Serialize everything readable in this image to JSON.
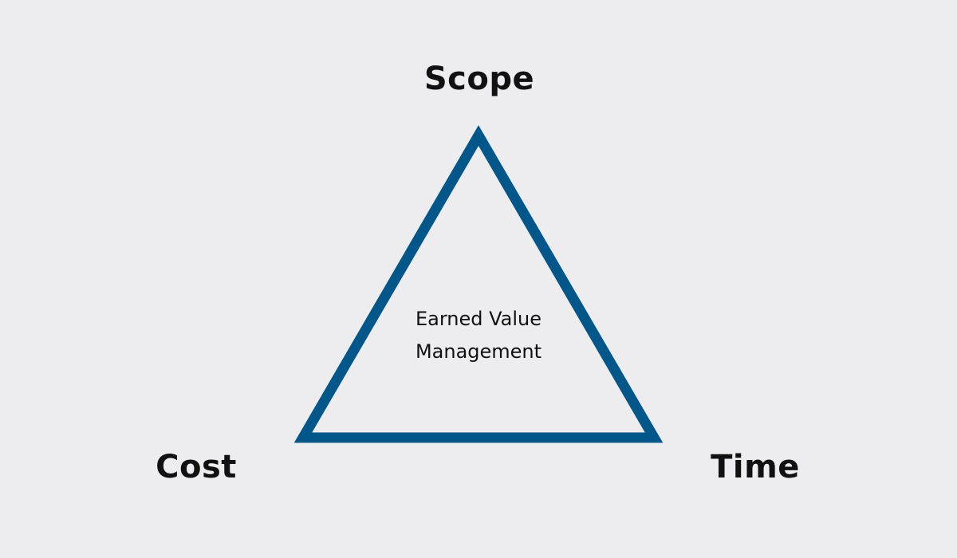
{
  "diagram": {
    "vertices": {
      "top": "Scope",
      "bottom_left": "Cost",
      "bottom_right": "Time"
    },
    "center_line1": "Earned Value",
    "center_line2": "Management",
    "colors": {
      "triangle_stroke": "#01568a",
      "background": "#ededef",
      "text": "#111111"
    }
  }
}
